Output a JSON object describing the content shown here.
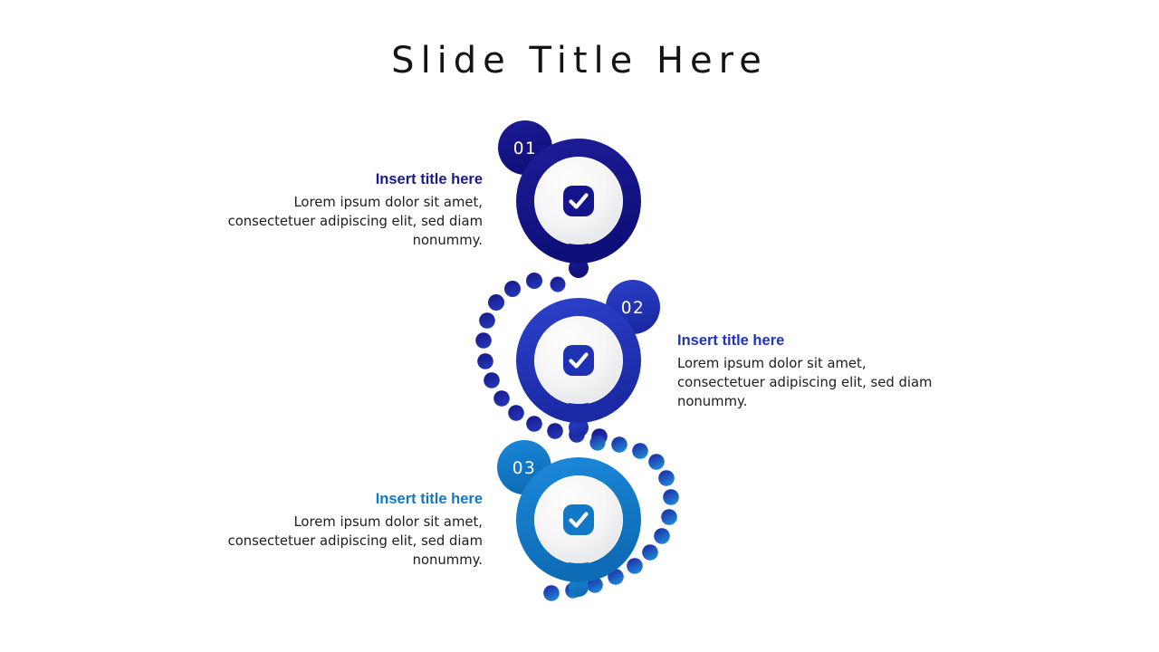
{
  "slide": {
    "title": "Slide Title Here",
    "background_color": "#ffffff"
  },
  "theme": {
    "accent_dark": "#14148c",
    "accent_mid": "#2032b4",
    "accent_light": "#1279c8",
    "body_text_color": "#1c1c1c",
    "title_text_color": "#141414",
    "inner_circle_color": "#f4f5f6"
  },
  "items": [
    {
      "number": "01",
      "title": "Insert title here",
      "body": "Lorem ipsum dolor sit amet, consectetuer adipiscing elit, sed diam nonummy.",
      "color": "#14148c",
      "icon": "check-badge-icon",
      "text_align": "right",
      "badge_position": "left"
    },
    {
      "number": "02",
      "title": "Insert title here",
      "body": "Lorem ipsum dolor sit amet, consectetuer adipiscing elit, sed diam nonummy.",
      "color": "#2032b4",
      "icon": "check-badge-icon",
      "text_align": "left",
      "badge_position": "right"
    },
    {
      "number": "03",
      "title": "Insert title here",
      "body": "Lorem ipsum dolor sit amet, consectetuer adipiscing elit, sed diam nonummy.",
      "color": "#1279c8",
      "icon": "check-badge-icon",
      "text_align": "right",
      "badge_position": "left"
    }
  ],
  "connectors": [
    {
      "name": "dotted-arc-1-to-2",
      "from": "01",
      "to": "02",
      "side": "left",
      "dot_count": 14
    },
    {
      "name": "dotted-arc-2-to-3",
      "from": "02",
      "to": "03",
      "side": "right",
      "dot_count": 14
    }
  ]
}
